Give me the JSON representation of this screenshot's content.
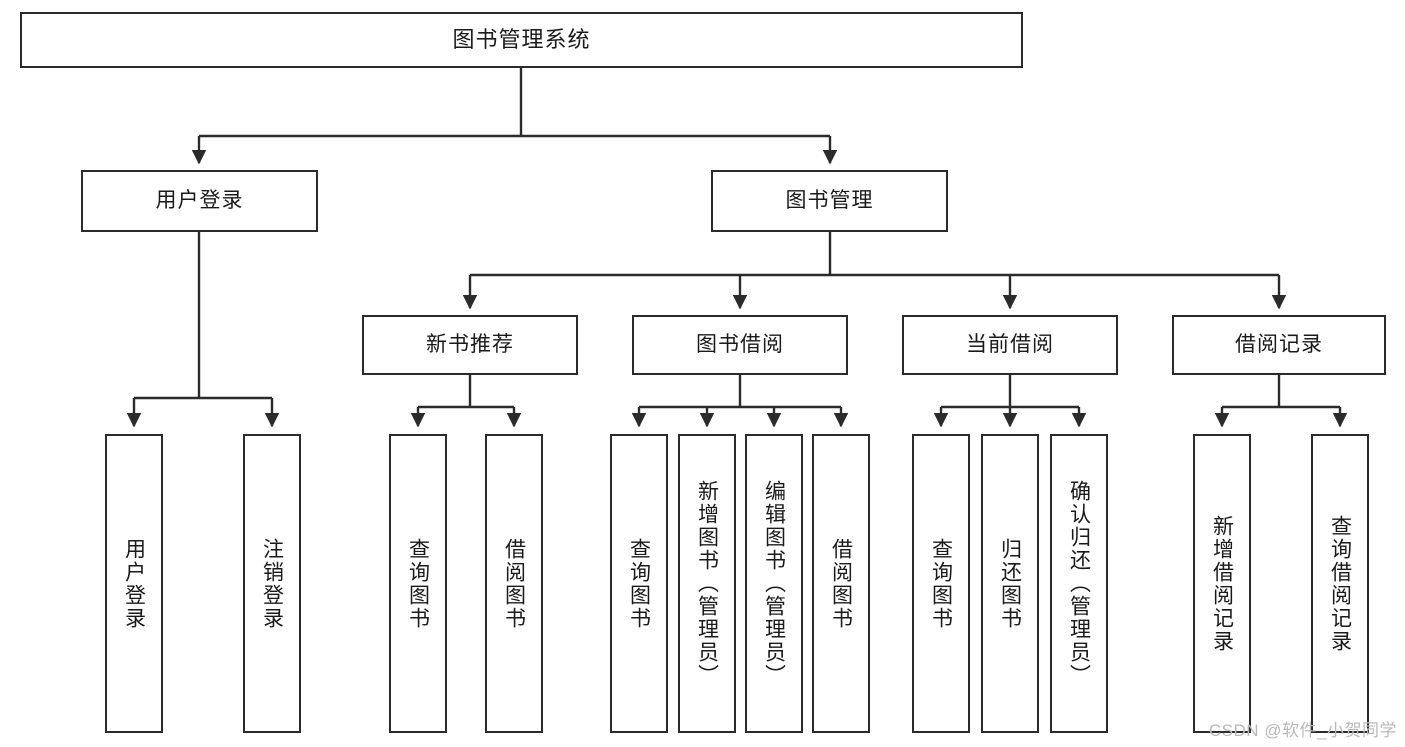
{
  "diagram": {
    "title": "图书管理系统",
    "type": "tree",
    "watermark": "CSDN @软件_小贺同学",
    "line_color": "#2b2b2b",
    "box_fill": "#ffffff",
    "box_border": "#2b2b2b",
    "text_color": "#1a1a1a",
    "watermark_color": "#b9b9b9"
  },
  "nodes": {
    "root": {
      "label": "图书管理系统",
      "level": 1
    },
    "l2": [
      {
        "id": "user-login",
        "label": "用户登录",
        "level": 2
      },
      {
        "id": "book-manage",
        "label": "图书管理",
        "level": 2
      }
    ],
    "l3": [
      {
        "id": "new-book-rec",
        "label": "新书推荐",
        "level": 3,
        "parent": "book-manage"
      },
      {
        "id": "book-borrow",
        "label": "图书借阅",
        "level": 3,
        "parent": "book-manage"
      },
      {
        "id": "current-borrow",
        "label": "当前借阅",
        "level": 3,
        "parent": "book-manage"
      },
      {
        "id": "borrow-record",
        "label": "借阅记录",
        "level": 3,
        "parent": "book-manage"
      }
    ],
    "leaves": [
      {
        "id": "leaf-user-login",
        "label": "用户登录",
        "parent": "user-login"
      },
      {
        "id": "leaf-user-logout",
        "label": "注销登录",
        "parent": "user-login"
      },
      {
        "id": "leaf-rec-query",
        "label": "查询图书",
        "parent": "new-book-rec"
      },
      {
        "id": "leaf-rec-borrow",
        "label": "借阅图书",
        "parent": "new-book-rec"
      },
      {
        "id": "leaf-borrow-query",
        "label": "查询图书",
        "parent": "book-borrow"
      },
      {
        "id": "leaf-borrow-add",
        "label": "新增图书（管理员）",
        "parent": "book-borrow"
      },
      {
        "id": "leaf-borrow-edit",
        "label": "编辑图书（管理员）",
        "parent": "book-borrow"
      },
      {
        "id": "leaf-borrow-lend",
        "label": "借阅图书",
        "parent": "book-borrow"
      },
      {
        "id": "leaf-cur-query",
        "label": "查询图书",
        "parent": "current-borrow"
      },
      {
        "id": "leaf-cur-return",
        "label": "归还图书",
        "parent": "current-borrow"
      },
      {
        "id": "leaf-cur-confirm",
        "label": "确认归还（管理员）",
        "parent": "current-borrow"
      },
      {
        "id": "leaf-rec-add",
        "label": "新增借阅记录",
        "parent": "borrow-record"
      },
      {
        "id": "leaf-rec-query2",
        "label": "查询借阅记录",
        "parent": "borrow-record"
      }
    ]
  }
}
